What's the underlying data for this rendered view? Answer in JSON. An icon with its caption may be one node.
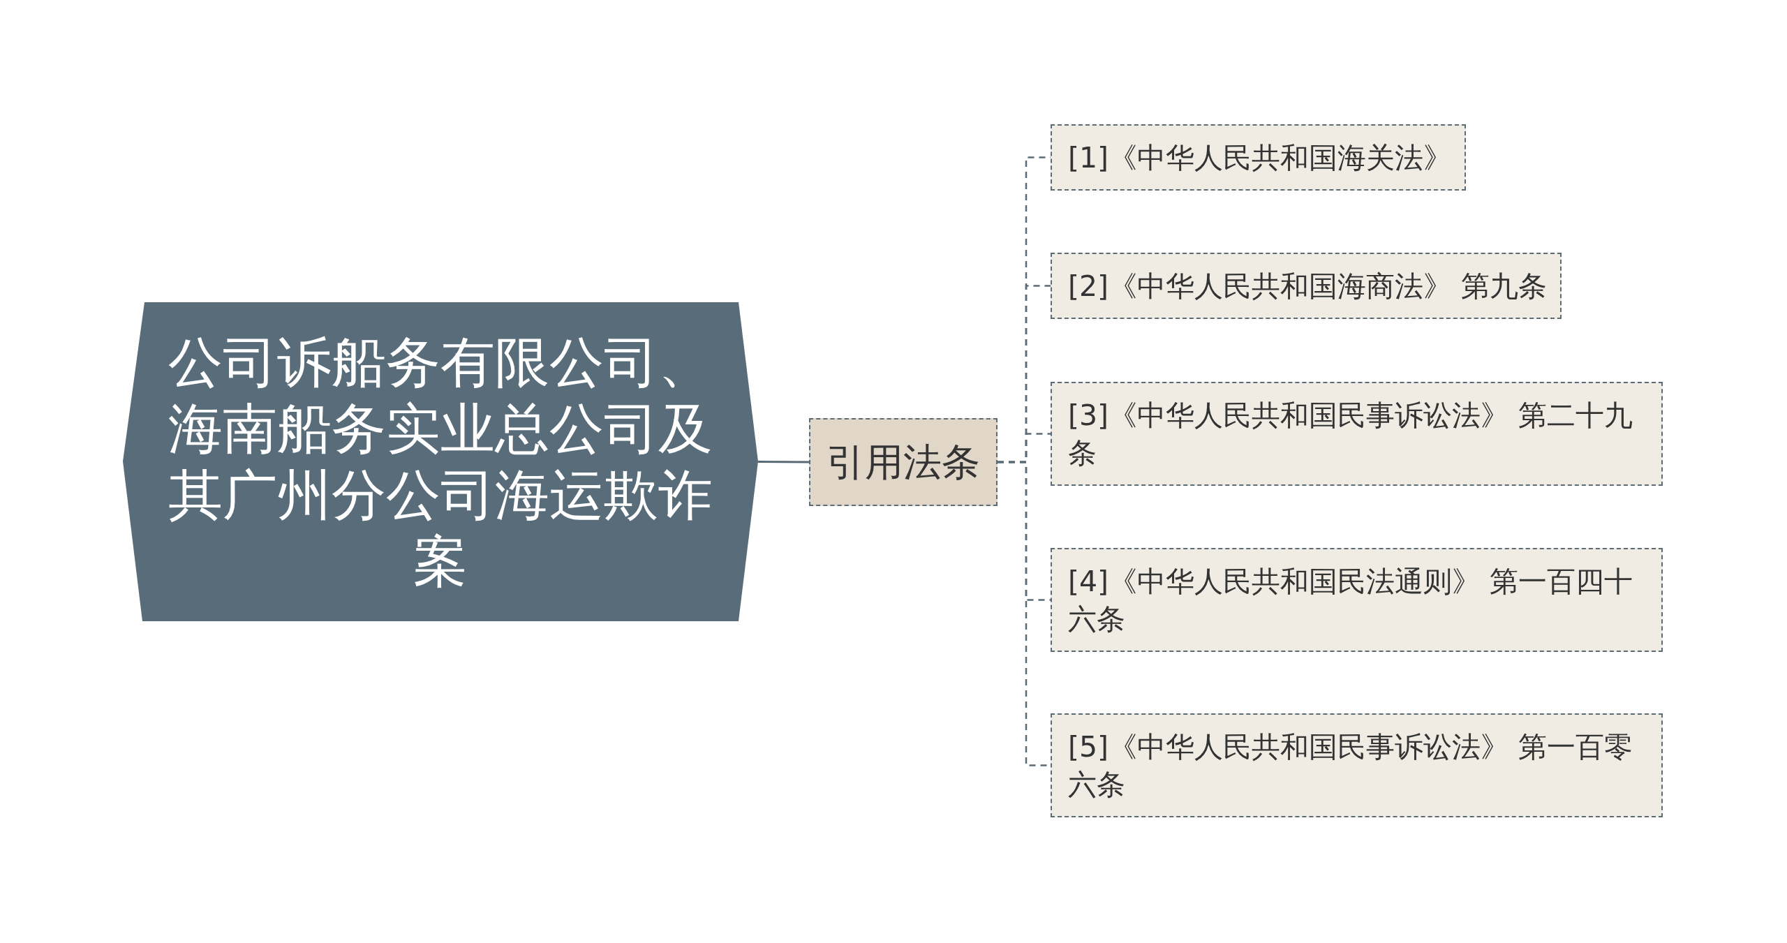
{
  "diagram": {
    "nodes": [
      {
        "text": [
          "公司诉船务有限公司、海南船务实业总公司及其广州分公司海运欺诈案"
        ]
      },
      {
        "text": [
          "引用法条"
        ]
      },
      {
        "text": [
          "[1]《中华人民共和国海关法》"
        ]
      },
      {
        "text": [
          "[2]《中华人民共和国海商法》 第九条"
        ]
      },
      {
        "text": [
          "[3]《中华人民共和国民事诉讼法》 第二十九条"
        ]
      },
      {
        "text": [
          "[4]《中华人民共和国民法通则》 第一百四十六条"
        ]
      },
      {
        "text": [
          "[5]《中华人民共和国民事诉讼法》 第一百零六条"
        ]
      }
    ],
    "edges": [
      {
        "from": 0,
        "to": 1,
        "arrow": "none"
      },
      {
        "from": 1,
        "to": 2,
        "arrow": "none",
        "style": "dashed"
      },
      {
        "from": 1,
        "to": 3,
        "arrow": "none",
        "style": "dashed"
      },
      {
        "from": 1,
        "to": 4,
        "arrow": "none",
        "style": "dashed"
      },
      {
        "from": 1,
        "to": 5,
        "arrow": "none",
        "style": "dashed"
      },
      {
        "from": 1,
        "to": 6,
        "arrow": "none",
        "style": "dashed"
      }
    ]
  }
}
